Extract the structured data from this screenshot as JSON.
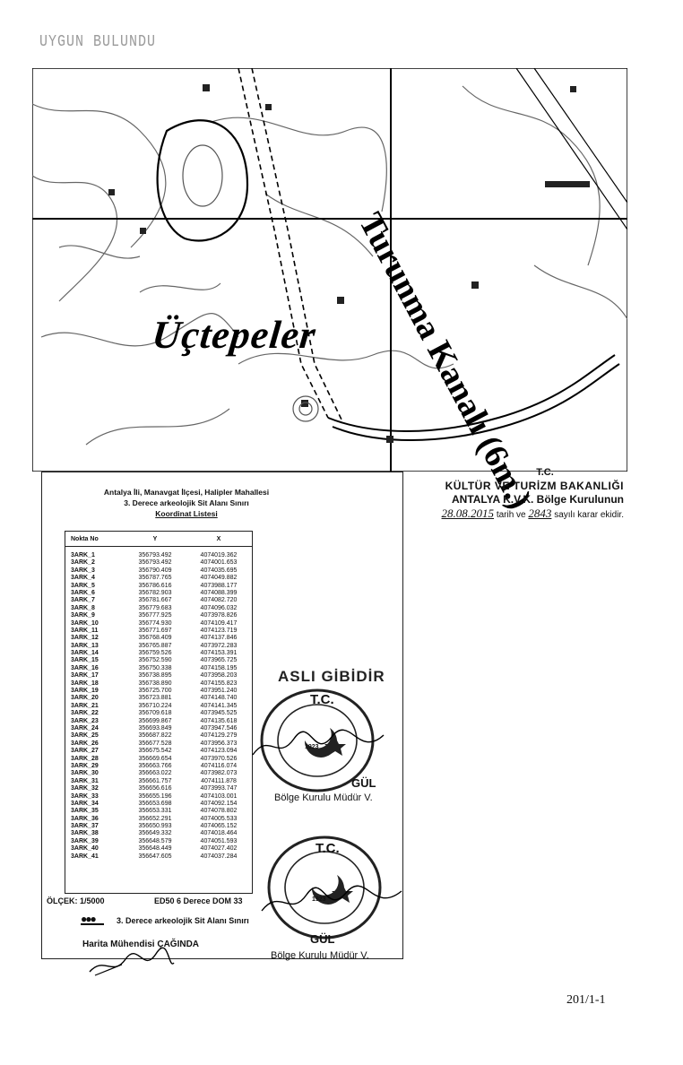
{
  "top_stamp": "UYGUN BULUNDU",
  "map": {
    "place_label": "Üçtepeler",
    "canal_label": "Turunma Kanalı (6m.)"
  },
  "ministry": {
    "tc": "T.C.",
    "line1": "KÜLTÜR VE TURİZM BAKANLIĞI",
    "line2": "ANTALYA K.V.K. Bölge Kurulunun",
    "date_hand": "28.08.2015",
    "mid": "tarih ve",
    "number_hand": "2843",
    "tail": "sayılı karar ekidir."
  },
  "sheet": {
    "header_line1": "Antalya İli, Manavgat İlçesi, Halipler Mahallesi",
    "header_line2": "3. Derece arkeolojik Sit Alanı Sınırı",
    "header_line3": "Koordinat Listesi",
    "col_nokta": "Nokta  No",
    "col_y": "Y",
    "col_x": "X",
    "rows": [
      [
        "3ARK_1",
        "356793.492",
        "4074019.362"
      ],
      [
        "3ARK_2",
        "356793.492",
        "4074001.653"
      ],
      [
        "3ARK_3",
        "356790.409",
        "4074035.695"
      ],
      [
        "3ARK_4",
        "356787.765",
        "4074049.882"
      ],
      [
        "3ARK_5",
        "356786.616",
        "4073988.177"
      ],
      [
        "3ARK_6",
        "356782.903",
        "4074088.399"
      ],
      [
        "3ARK_7",
        "356781.667",
        "4074082.720"
      ],
      [
        "3ARK_8",
        "356779.683",
        "4074096.032"
      ],
      [
        "3ARK_9",
        "356777.925",
        "4073978.826"
      ],
      [
        "3ARK_10",
        "356774.930",
        "4074109.417"
      ],
      [
        "3ARK_11",
        "356771.697",
        "4074123.719"
      ],
      [
        "3ARK_12",
        "356768.409",
        "4074137.846"
      ],
      [
        "3ARK_13",
        "356765.887",
        "4073972.283"
      ],
      [
        "3ARK_14",
        "356759.526",
        "4074153.391"
      ],
      [
        "3ARK_15",
        "356752.590",
        "4073965.725"
      ],
      [
        "3ARK_16",
        "356750.338",
        "4074158.195"
      ],
      [
        "3ARK_17",
        "356738.895",
        "4073958.203"
      ],
      [
        "3ARK_18",
        "356738.890",
        "4074155.823"
      ],
      [
        "3ARK_19",
        "356725.700",
        "4073951.240"
      ],
      [
        "3ARK_20",
        "356723.881",
        "4074148.740"
      ],
      [
        "3ARK_21",
        "356710.224",
        "4074141.345"
      ],
      [
        "3ARK_22",
        "356709.618",
        "4073945.525"
      ],
      [
        "3ARK_23",
        "356699.867",
        "4074135.618"
      ],
      [
        "3ARK_24",
        "356693.849",
        "4073947.546"
      ],
      [
        "3ARK_25",
        "356687.822",
        "4074129.279"
      ],
      [
        "3ARK_26",
        "356677.528",
        "4073956.373"
      ],
      [
        "3ARK_27",
        "356675.542",
        "4074123.094"
      ],
      [
        "3ARK_28",
        "356669.654",
        "4073970.526"
      ],
      [
        "3ARK_29",
        "356663.766",
        "4074116.074"
      ],
      [
        "3ARK_30",
        "356663.022",
        "4073982.073"
      ],
      [
        "3ARK_31",
        "356661.757",
        "4074111.878"
      ],
      [
        "3ARK_32",
        "356656.616",
        "4073993.747"
      ],
      [
        "3ARK_33",
        "356655.196",
        "4074103.001"
      ],
      [
        "3ARK_34",
        "356653.698",
        "4074092.154"
      ],
      [
        "3ARK_35",
        "356653.331",
        "4074078.802"
      ],
      [
        "3ARK_36",
        "356652.291",
        "4074005.533"
      ],
      [
        "3ARK_37",
        "356650.993",
        "4074065.152"
      ],
      [
        "3ARK_38",
        "356649.332",
        "4074018.464"
      ],
      [
        "3ARK_39",
        "356648.579",
        "4074051.593"
      ],
      [
        "3ARK_40",
        "356648.449",
        "4074027.402"
      ],
      [
        "3ARK_41",
        "356647.605",
        "4074037.284"
      ]
    ],
    "scale": "ÖLÇEK: 1/5000",
    "datum": "ED50 6 Derece DOM 33",
    "legend": "3. Derece arkeolojik Sit Alanı Sınırı",
    "preparer": "Harita Mühendisi ÇAĞINDA"
  },
  "certification": "ASLI GİBİDİR",
  "seals": {
    "tc": "T.C.",
    "year": "1923"
  },
  "officials": [
    {
      "name": "GÜL",
      "title": "Bölge Kurulu Müdür V."
    },
    {
      "name": "GÜL",
      "title": "Bölge Kurulu Müdür V."
    }
  ],
  "page_number": "201/1-1"
}
